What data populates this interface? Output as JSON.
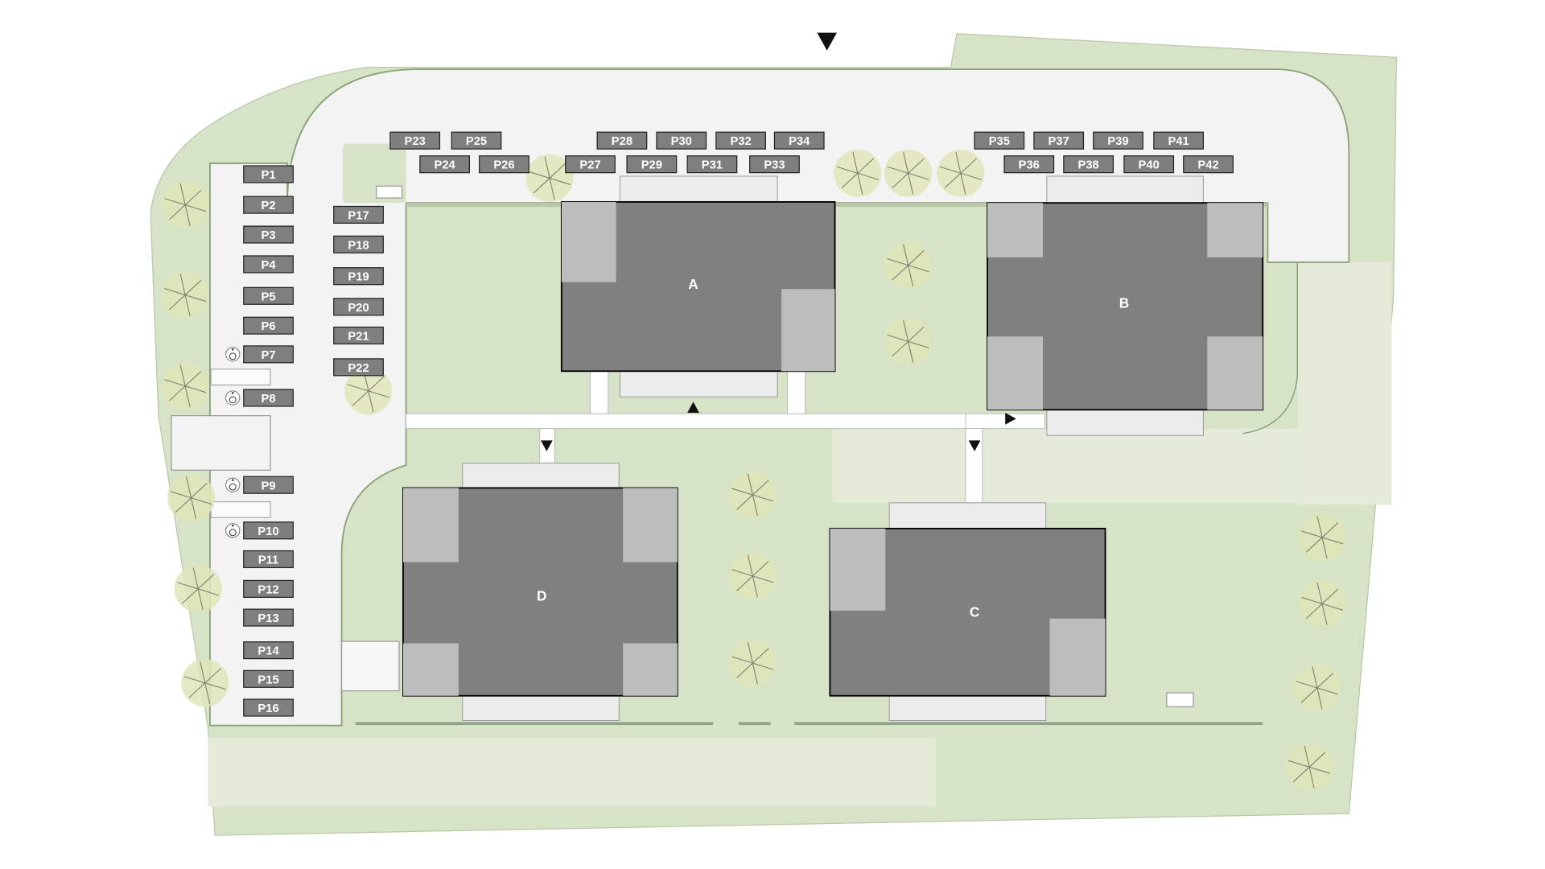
{
  "site_plan": {
    "buildings": [
      {
        "id": "A"
      },
      {
        "id": "B"
      },
      {
        "id": "C"
      },
      {
        "id": "D"
      }
    ],
    "parking_spaces": [
      "P1",
      "P2",
      "P3",
      "P4",
      "P5",
      "P6",
      "P7",
      "P8",
      "P9",
      "P10",
      "P11",
      "P12",
      "P13",
      "P14",
      "P15",
      "P16",
      "P17",
      "P18",
      "P19",
      "P20",
      "P21",
      "P22",
      "P23",
      "P24",
      "P25",
      "P26",
      "P27",
      "P28",
      "P29",
      "P30",
      "P31",
      "P32",
      "P33",
      "P34",
      "P35",
      "P36",
      "P37",
      "P38",
      "P39",
      "P40",
      "P41",
      "P42"
    ],
    "accessible_spaces": [
      "P7",
      "P8",
      "P9",
      "P10"
    ],
    "colors": {
      "lawn": "#d7e3c7",
      "lawn_light": "#e3ebd8",
      "road": "#f3f3f3",
      "building_dark": "#808080",
      "building_light": "#bdbdbd",
      "label_fill": "#7f7f7f",
      "tree": "#dfe5b8"
    }
  }
}
